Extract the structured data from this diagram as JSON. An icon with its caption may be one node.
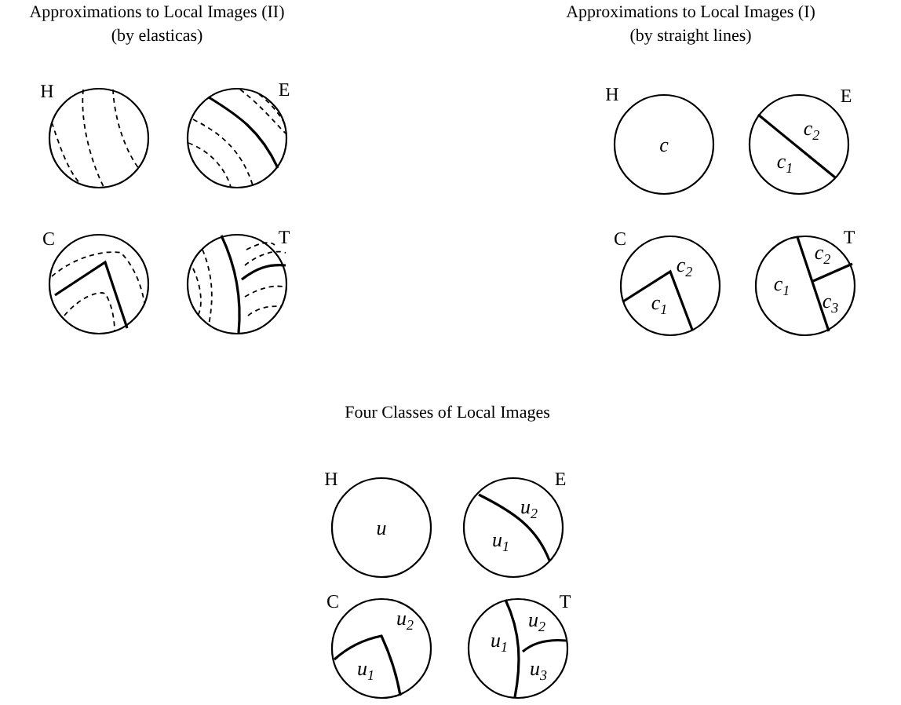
{
  "diagram": {
    "nodes": [
      {
        "text": [],
        "shape": "circle",
        "beside": [
          "H"
        ]
      },
      {
        "text": [],
        "shape": "circle",
        "beside": [
          "E"
        ]
      },
      {
        "text": [],
        "shape": "circle",
        "beside": [
          "C"
        ]
      },
      {
        "text": [],
        "shape": "circle",
        "beside": [
          "T"
        ]
      },
      {
        "text": [
          "c"
        ],
        "beside": [
          "H"
        ]
      },
      {
        "text": [
          "c$_{2}$",
          "c$_{1}$"
        ],
        "beside": [
          "E"
        ]
      },
      {
        "text": [
          "c$_{2}$",
          "c$_{1}$"
        ],
        "beside": [
          "C"
        ]
      },
      {
        "text": [
          "c$_{2}$",
          "c$_{1}$",
          "c$_{3}$"
        ],
        "beside": [
          "T"
        ]
      },
      {
        "text": [
          "u"
        ],
        "beside": [
          "H"
        ]
      },
      {
        "text": [
          "u$_{2}$",
          "u$_{1}$"
        ],
        "beside": [
          "E"
        ]
      },
      {
        "text": [
          "u$_{2}$",
          "u$_{1}$"
        ],
        "beside": [
          "C"
        ]
      },
      {
        "text": [
          "u$_{1}$",
          "u$_{2}$",
          "u$_{3}$"
        ],
        "beside": [
          "T"
        ]
      }
    ],
    "labels": [
      "Approximations to Local Images (II) (by elasticas)",
      "Approximations to Local Images (I) (by straight lines)",
      "Four Classes of Local Images"
    ]
  }
}
